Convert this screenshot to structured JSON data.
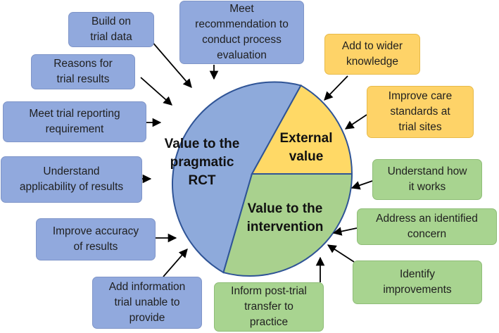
{
  "colors": {
    "trial_segment": "#8eaadb",
    "external_segment": "#ffd966",
    "intervention_segment": "#a9d18e",
    "trial_box": "#91a9dd",
    "external_box": "#fed368",
    "intervention_box": "#a8d490",
    "outline": "#2f5496",
    "arrow": "#000000"
  },
  "circle": {
    "trial": {
      "lines": [
        "Value to the",
        "pragmatic",
        "RCT"
      ]
    },
    "external": {
      "lines": [
        "External",
        "value"
      ]
    },
    "intervention": {
      "lines": [
        "Value to the",
        "intervention"
      ]
    }
  },
  "boxes": {
    "build_on_trial_data": [
      "Build on",
      "trial data"
    ],
    "process_evaluation": [
      "Meet",
      "recommendation to",
      "conduct process",
      "evaluation"
    ],
    "reasons_for_results": [
      "Reasons for",
      "trial results"
    ],
    "reporting_requirement": [
      "Meet trial reporting",
      "requirement"
    ],
    "applicability": [
      "Understand",
      "applicability of results"
    ],
    "accuracy": [
      "Improve accuracy",
      "of results"
    ],
    "add_information": [
      "Add information",
      "trial unable to",
      "provide"
    ],
    "wider_knowledge": [
      "Add to wider",
      "knowledge"
    ],
    "care_standards": [
      "Improve care",
      "standards at",
      "trial sites"
    ],
    "how_it_works": [
      "Understand how",
      "it works"
    ],
    "identified_concern": [
      "Address an identified",
      "concern"
    ],
    "identify_improvements": [
      "Identify",
      "improvements"
    ],
    "post_trial_transfer": [
      "Inform post-trial",
      "transfer to",
      "practice"
    ]
  }
}
